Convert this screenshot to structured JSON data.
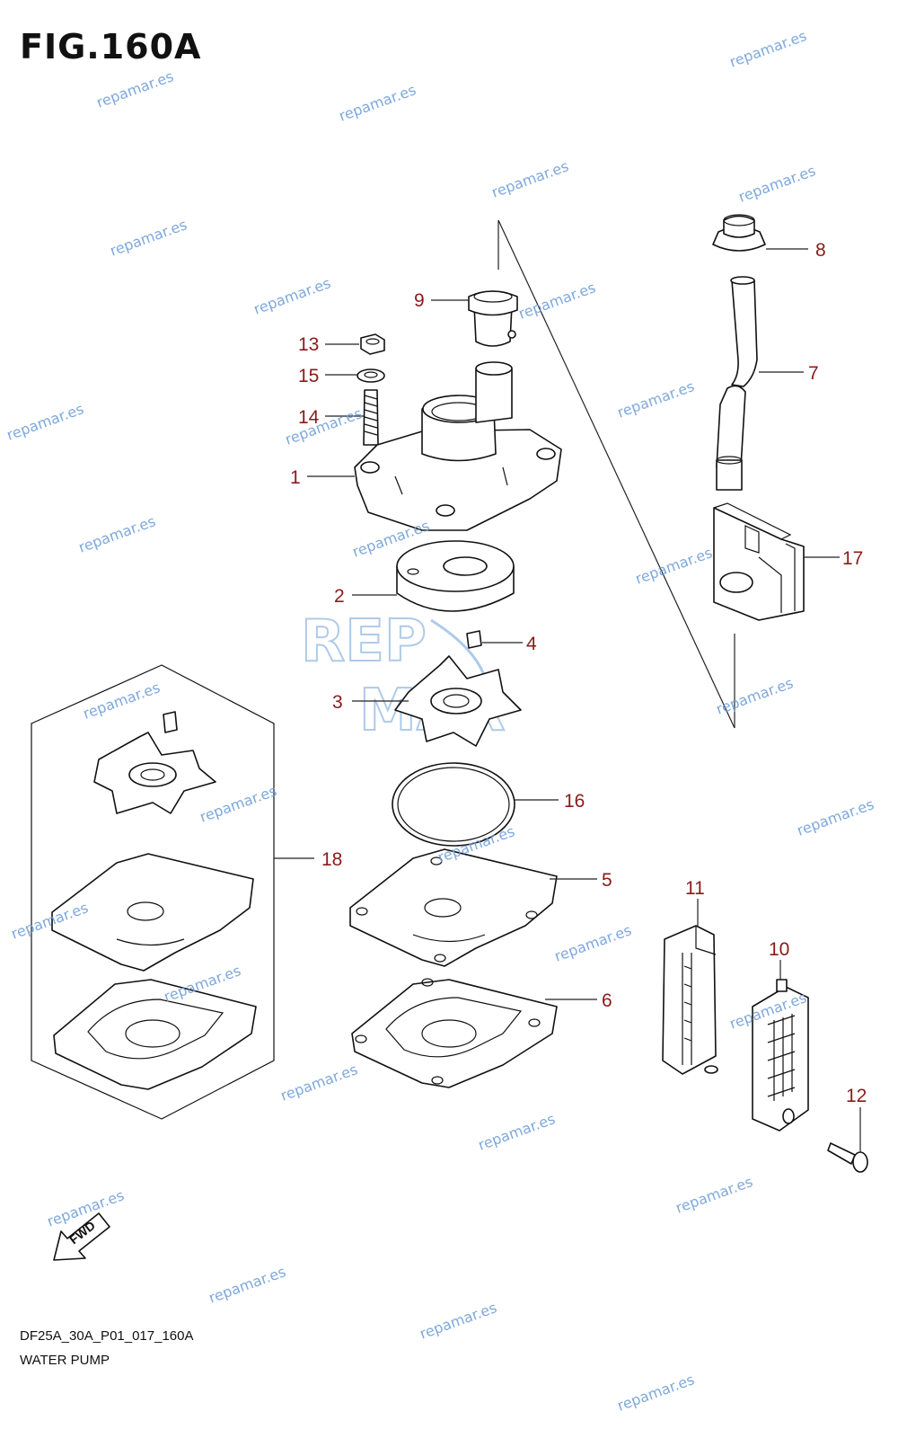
{
  "figure": {
    "title": "FIG.160A",
    "code": "DF25A_30A_P01_017_160A",
    "name": "WATER PUMP"
  },
  "watermark": {
    "text": "repamar.es",
    "logo_top": "REP",
    "logo_bottom": "MAR",
    "color": "#6f9fd8"
  },
  "callouts": [
    "1",
    "2",
    "3",
    "4",
    "5",
    "6",
    "7",
    "8",
    "9",
    "10",
    "11",
    "12",
    "13",
    "14",
    "15",
    "16",
    "17",
    "18"
  ],
  "fwd_label": "FWD",
  "colors": {
    "callout": "#8b1a1a",
    "lines": "#111111"
  }
}
